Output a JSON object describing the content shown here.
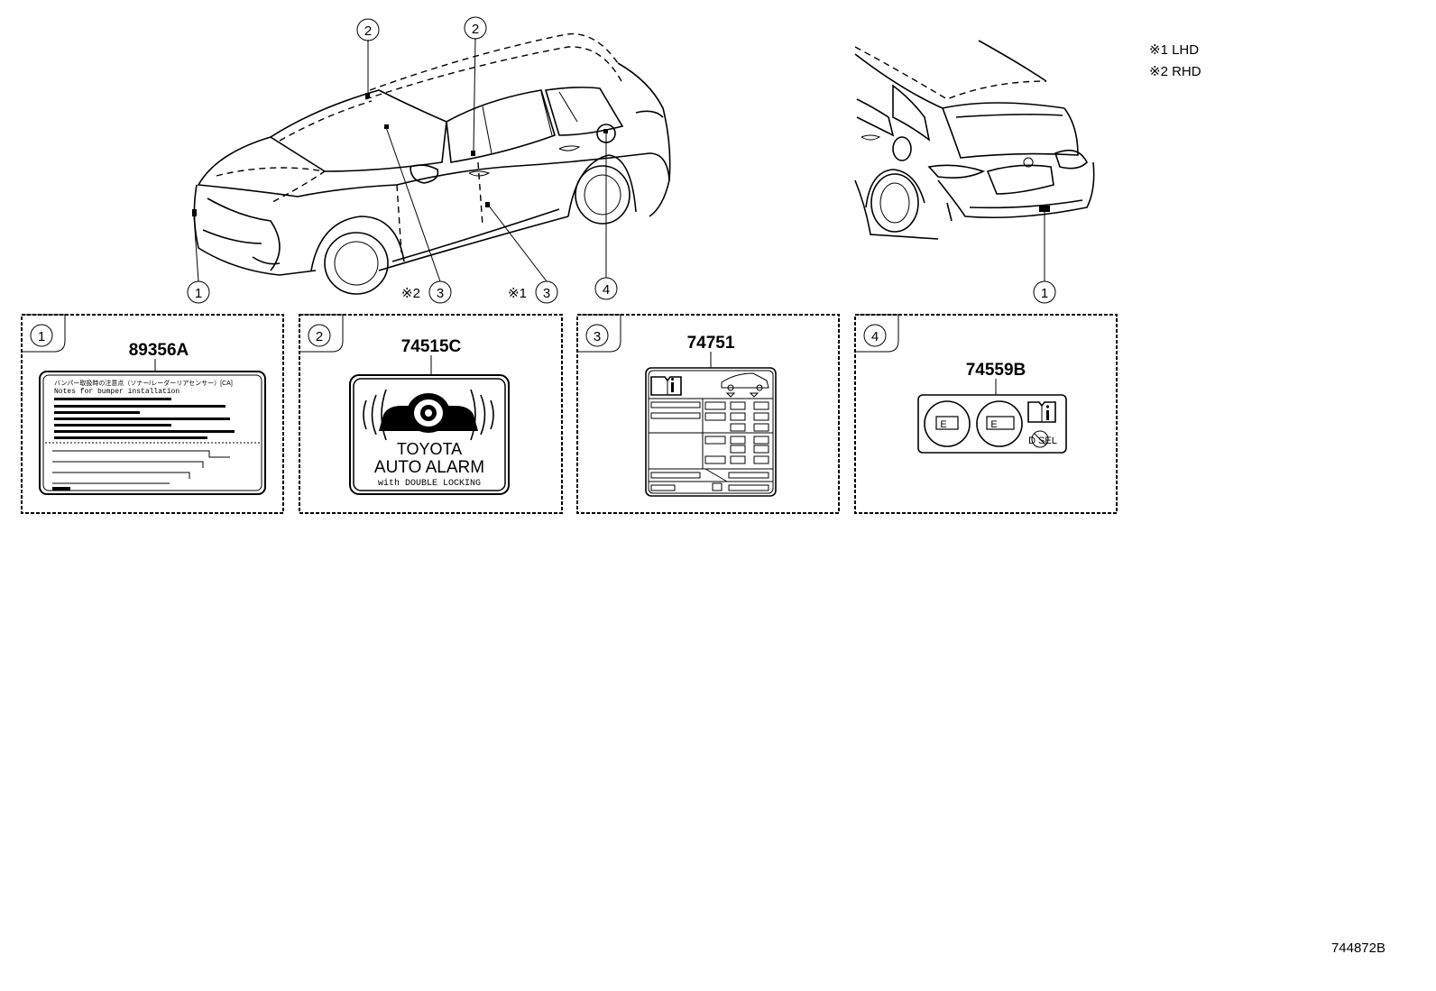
{
  "notes": [
    "※1 LHD",
    "※2 RHD"
  ],
  "drawing_number": "744872B",
  "callouts": {
    "front_bumper": "1",
    "windshield": "2",
    "pillar": "2",
    "rhd_door": "3",
    "rhd_marker": "※2",
    "lhd_door": "3",
    "lhd_marker": "※1",
    "fuel_lid": "4",
    "rear_bumper": "1"
  },
  "panels": [
    {
      "index": "1",
      "part_number": "89356A",
      "label_lines": [
        "バンパー取扱時の注意点（ソナー/レーダーリアセンサー）[CA]",
        "Notes for bumper installation"
      ]
    },
    {
      "index": "2",
      "part_number": "74515C",
      "label_lines": [
        "TOYOTA",
        "AUTO ALARM",
        "with DOUBLE LOCKING"
      ]
    },
    {
      "index": "3",
      "part_number": "74751"
    },
    {
      "index": "4",
      "part_number": "74559B",
      "fuel_text": "D  SEL",
      "badge_text": "E"
    }
  ]
}
